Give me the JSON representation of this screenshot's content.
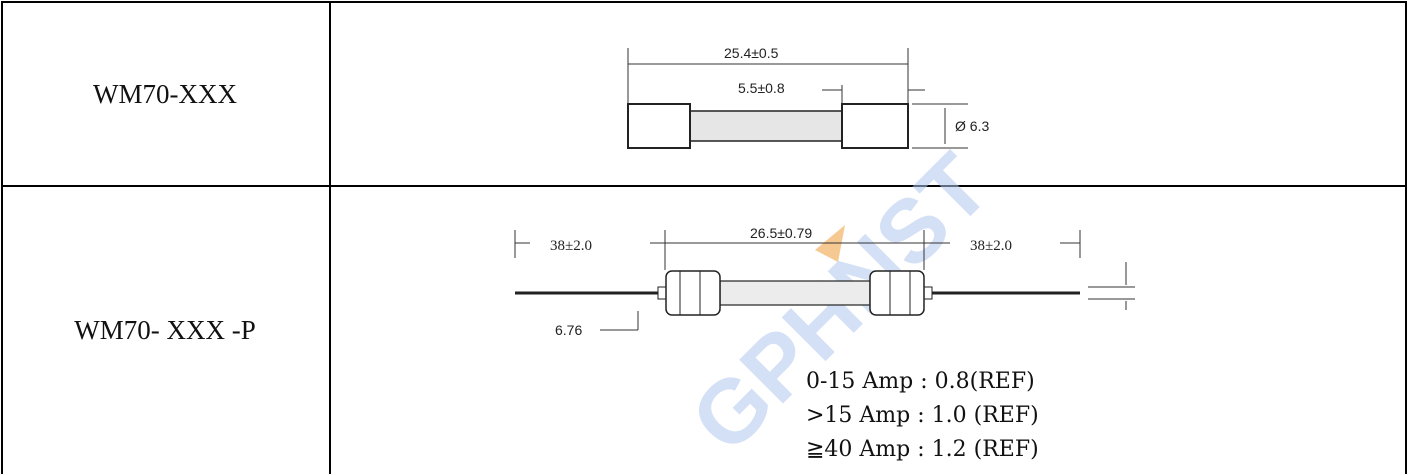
{
  "rows": [
    {
      "model": "WM70-XXX",
      "dims": {
        "length": "25.4±0.5",
        "cap": "5.5±0.8",
        "diameter": "Ø 6.3"
      }
    },
    {
      "model": "WM70- XXX -P",
      "dims": {
        "lead_left": "38±2.0",
        "body": "26.5±0.79",
        "lead_right": "38±2.0",
        "lead_offset": "6.76"
      },
      "notes": [
        "0-15 Amp :  0.8(REF)",
        ">15 Amp :  1.0 (REF)",
        "≧40 Amp :  1.2 (REF)"
      ]
    }
  ],
  "watermark": {
    "text": "GPHNST",
    "color": "#b0c8ee",
    "accent": "#f2a54a"
  }
}
